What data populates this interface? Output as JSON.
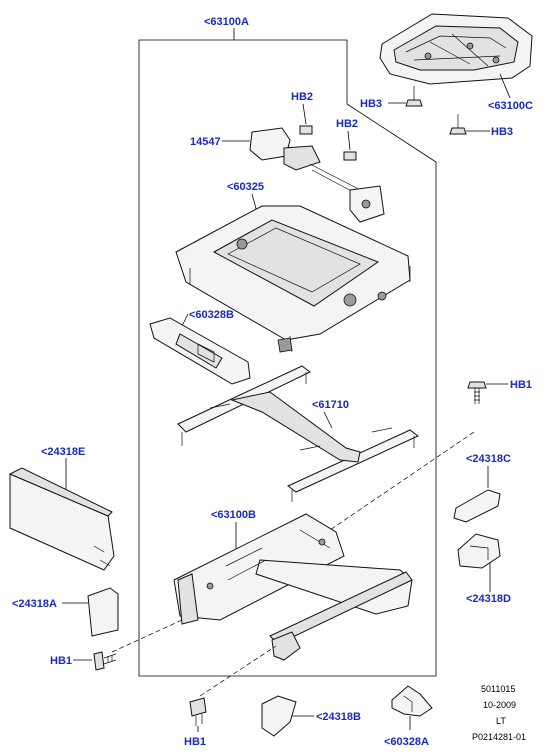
{
  "labels": {
    "l63100A": "<63100A",
    "l63100C": "<63100C",
    "l63100B": "<63100B",
    "lHB2a": "HB2",
    "lHB2b": "HB2",
    "lHB3a": "HB3",
    "lHB3b": "HB3",
    "l14547": "14547",
    "l60325": "<60325",
    "l60328B": "<60328B",
    "lHB1a": "HB1",
    "l61710": "<61710",
    "l24318E": "<24318E",
    "l24318C": "<24318C",
    "l24318D": "<24318D",
    "l24318A": "<24318A",
    "lHB1b": "HB1",
    "lHB1c": "HB1",
    "l24318B": "<24318B",
    "l60328A": "<60328A"
  },
  "footer": {
    "line1": "5011015",
    "line2": "10-2009",
    "line3": "LT",
    "line4": "P0214281-01"
  }
}
